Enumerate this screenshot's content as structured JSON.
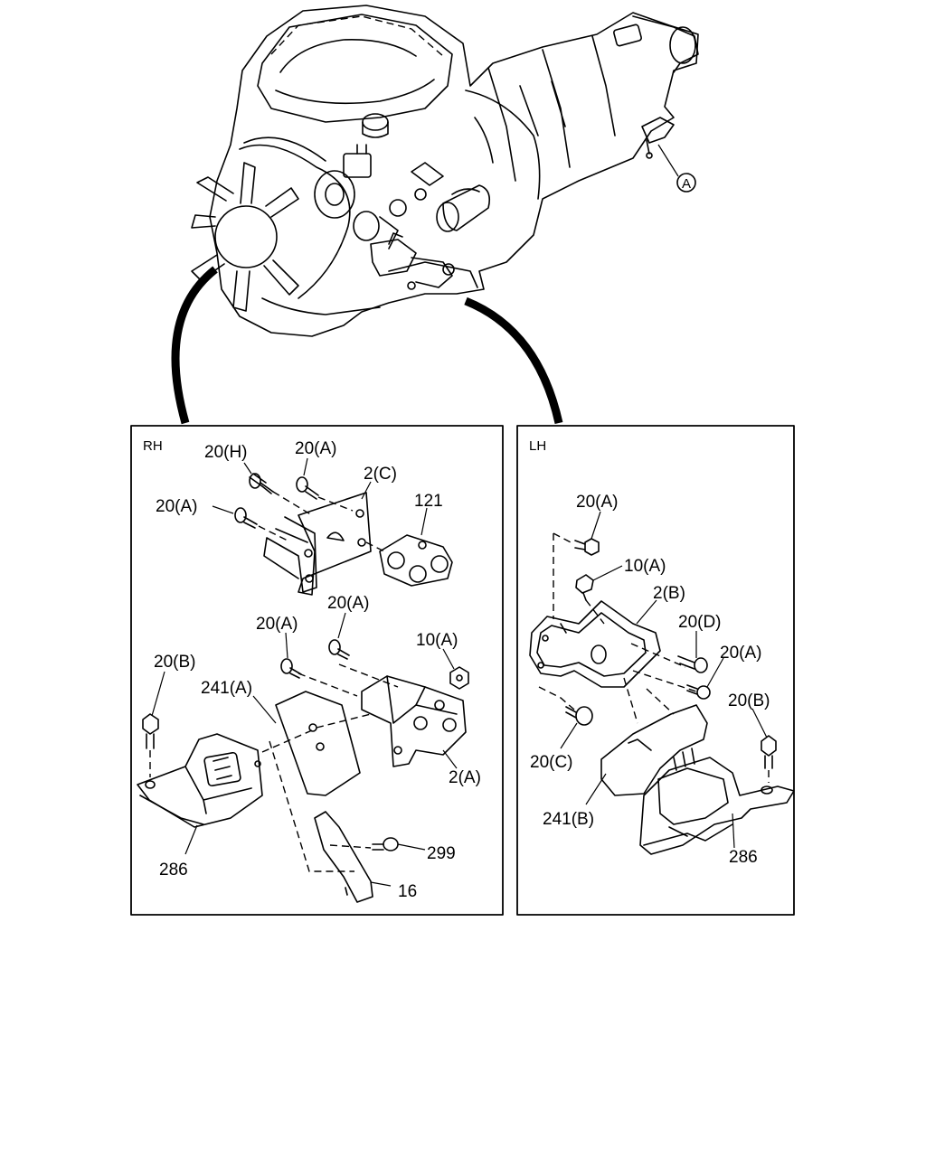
{
  "callout_A": "A",
  "rh": {
    "title": "RH",
    "labels": {
      "l20H": "20(H)",
      "l20A_top": "20(A)",
      "l2C": "2(C)",
      "l121": "121",
      "l20A_left": "20(A)",
      "l20A_mid1": "20(A)",
      "l20A_mid2": "20(A)",
      "l10A": "10(A)",
      "l20B": "20(B)",
      "l241A": "241(A)",
      "l2A": "2(A)",
      "l286": "286",
      "l299": "299",
      "l16": "16"
    }
  },
  "lh": {
    "title": "LH",
    "labels": {
      "l20A_top": "20(A)",
      "l10A": "10(A)",
      "l2B": "2(B)",
      "l20D": "20(D)",
      "l20A_right": "20(A)",
      "l20B": "20(B)",
      "l20C": "20(C)",
      "l241B": "241(B)",
      "l286": "286"
    }
  },
  "colors": {
    "line": "#000000",
    "background": "#ffffff"
  }
}
